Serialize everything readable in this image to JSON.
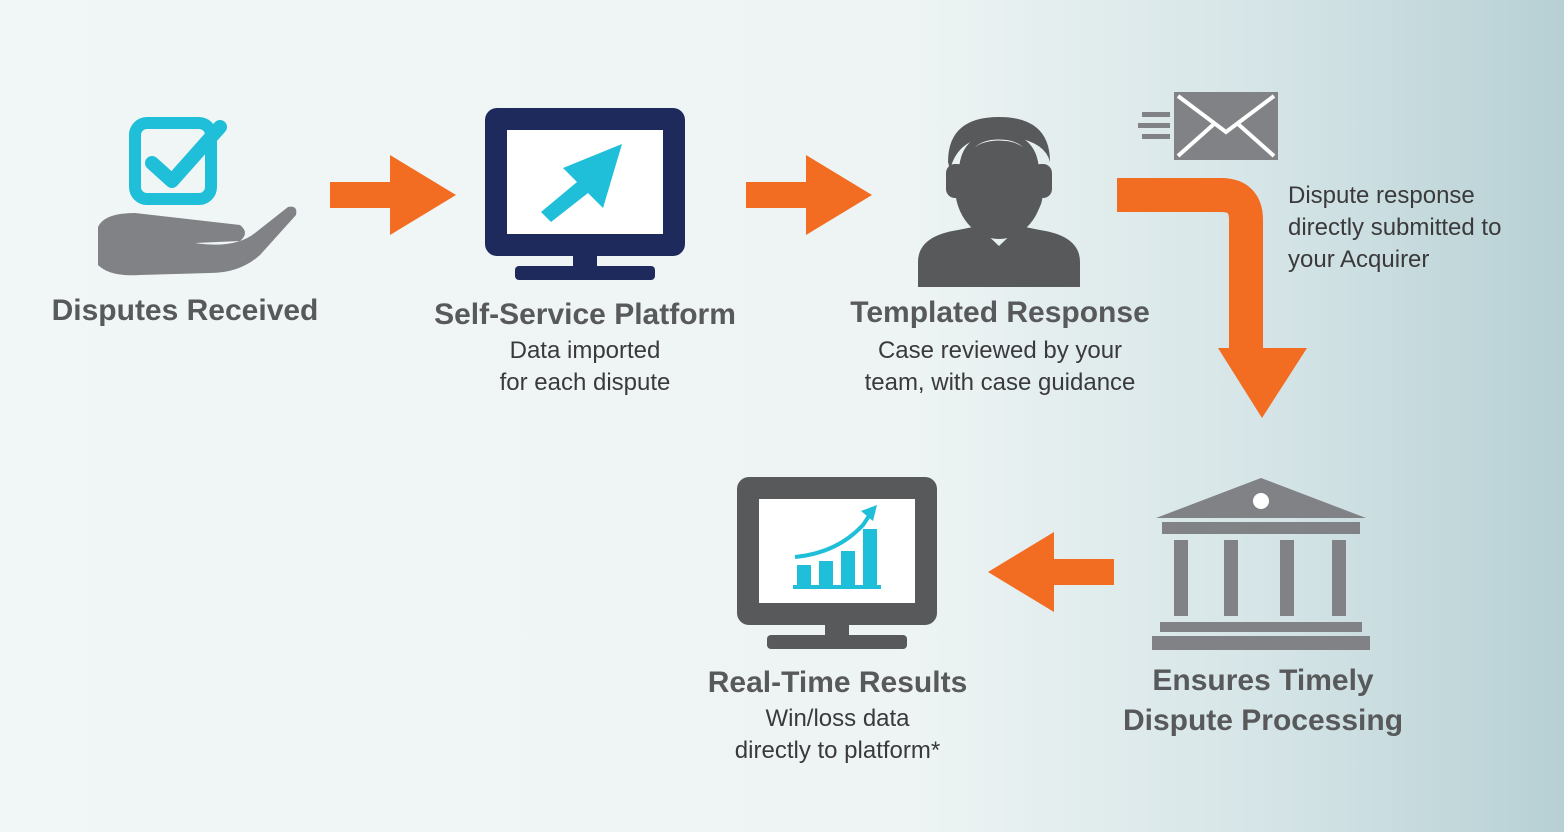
{
  "colors": {
    "orange": "#f26c22",
    "navy": "#1f2a5c",
    "cyan": "#1fbfd9",
    "gray": "#808285",
    "dark_gray": "#58595b"
  },
  "steps": {
    "disputes_received": {
      "icon": "hand-checkbox-icon",
      "title": "Disputes Received"
    },
    "self_service": {
      "icon": "monitor-cursor-icon",
      "title": "Self-Service Platform",
      "line1": "Data imported",
      "line2": "for each dispute"
    },
    "templated": {
      "icon": "headset-agent-icon",
      "title": "Templated Response",
      "line1": "Case reviewed by your",
      "line2": "team, with case guidance"
    },
    "submission": {
      "icon": "email-envelope-icon",
      "line1": "Dispute response",
      "line2": "directly submitted to",
      "line3": "your Acquirer"
    },
    "processing": {
      "icon": "bank-building-icon",
      "title1": "Ensures Timely",
      "title2": "Dispute Processing"
    },
    "results": {
      "icon": "monitor-chart-icon",
      "title": "Real-Time Results",
      "line1": "Win/loss data",
      "line2": "directly to platform*"
    }
  }
}
